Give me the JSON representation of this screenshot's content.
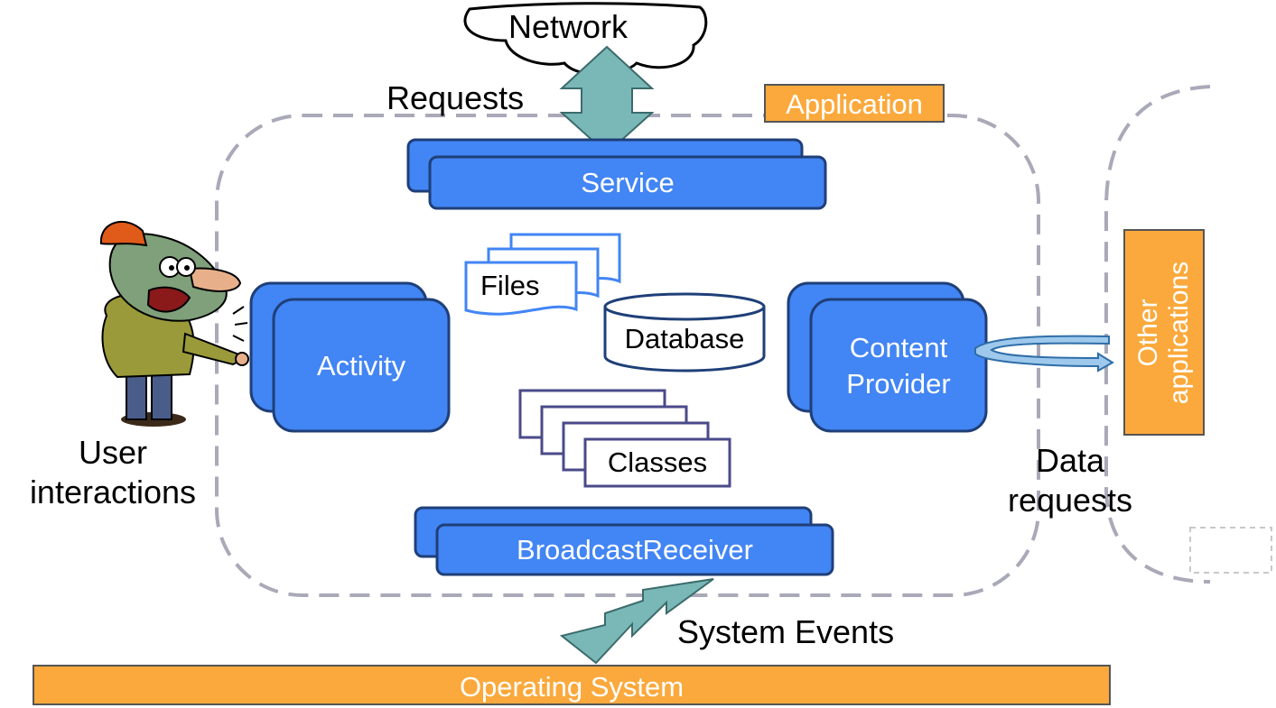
{
  "labels": {
    "network": "Network",
    "requests": "Requests",
    "application": "Application",
    "service": "Service",
    "files": "Files",
    "database": "Database",
    "activity": "Activity",
    "content_provider_line1": "Content",
    "content_provider_line2": "Provider",
    "classes": "Classes",
    "broadcast_receiver": "BroadcastReceiver",
    "user_line1": "User",
    "user_line2": "interactions",
    "data_line1": "Data",
    "data_line2": "requests",
    "other_apps_line1": "Other",
    "other_apps_line2": "applications",
    "system_events": "System Events",
    "operating_system": "Operating System"
  },
  "colors": {
    "component_blue": "#4285f4",
    "component_border": "#1f3f78",
    "orange": "#fba93c",
    "arrow_teal": "#7ab8b8",
    "dashed_gray": "#a9a9b8"
  }
}
